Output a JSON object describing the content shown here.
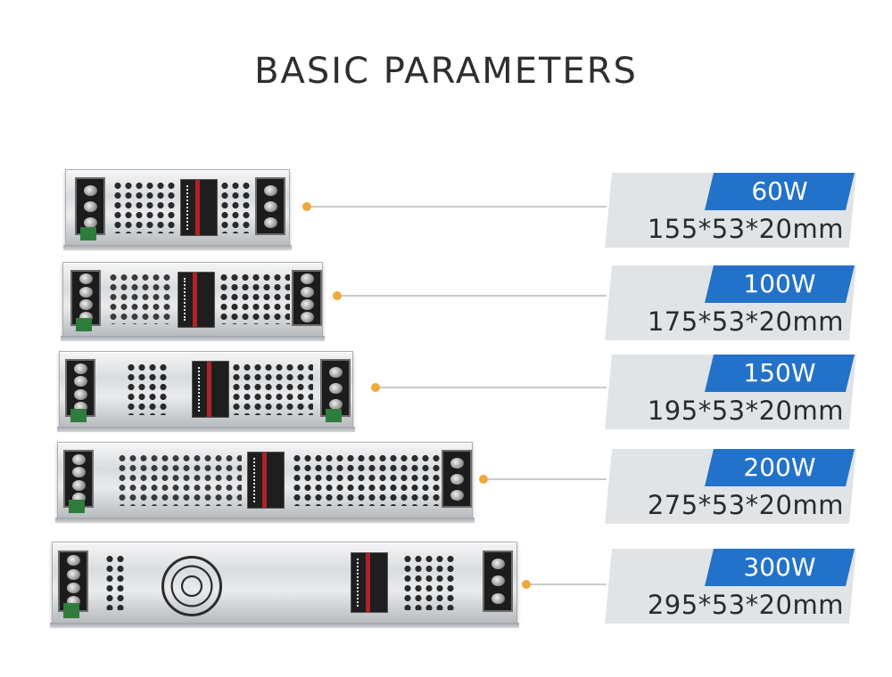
{
  "title": "BASIC PARAMETERS",
  "colors": {
    "badge_bg": "#e1e4e7",
    "watt_bg": "#2372c9",
    "connector_dot": "#f0a83a"
  },
  "items": [
    {
      "watt": "60W",
      "dims": "155*53*20mm"
    },
    {
      "watt": "100W",
      "dims": "175*53*20mm"
    },
    {
      "watt": "150W",
      "dims": "195*53*20mm"
    },
    {
      "watt": "200W",
      "dims": "275*53*20mm"
    },
    {
      "watt": "300W",
      "dims": "295*53*20mm"
    }
  ]
}
